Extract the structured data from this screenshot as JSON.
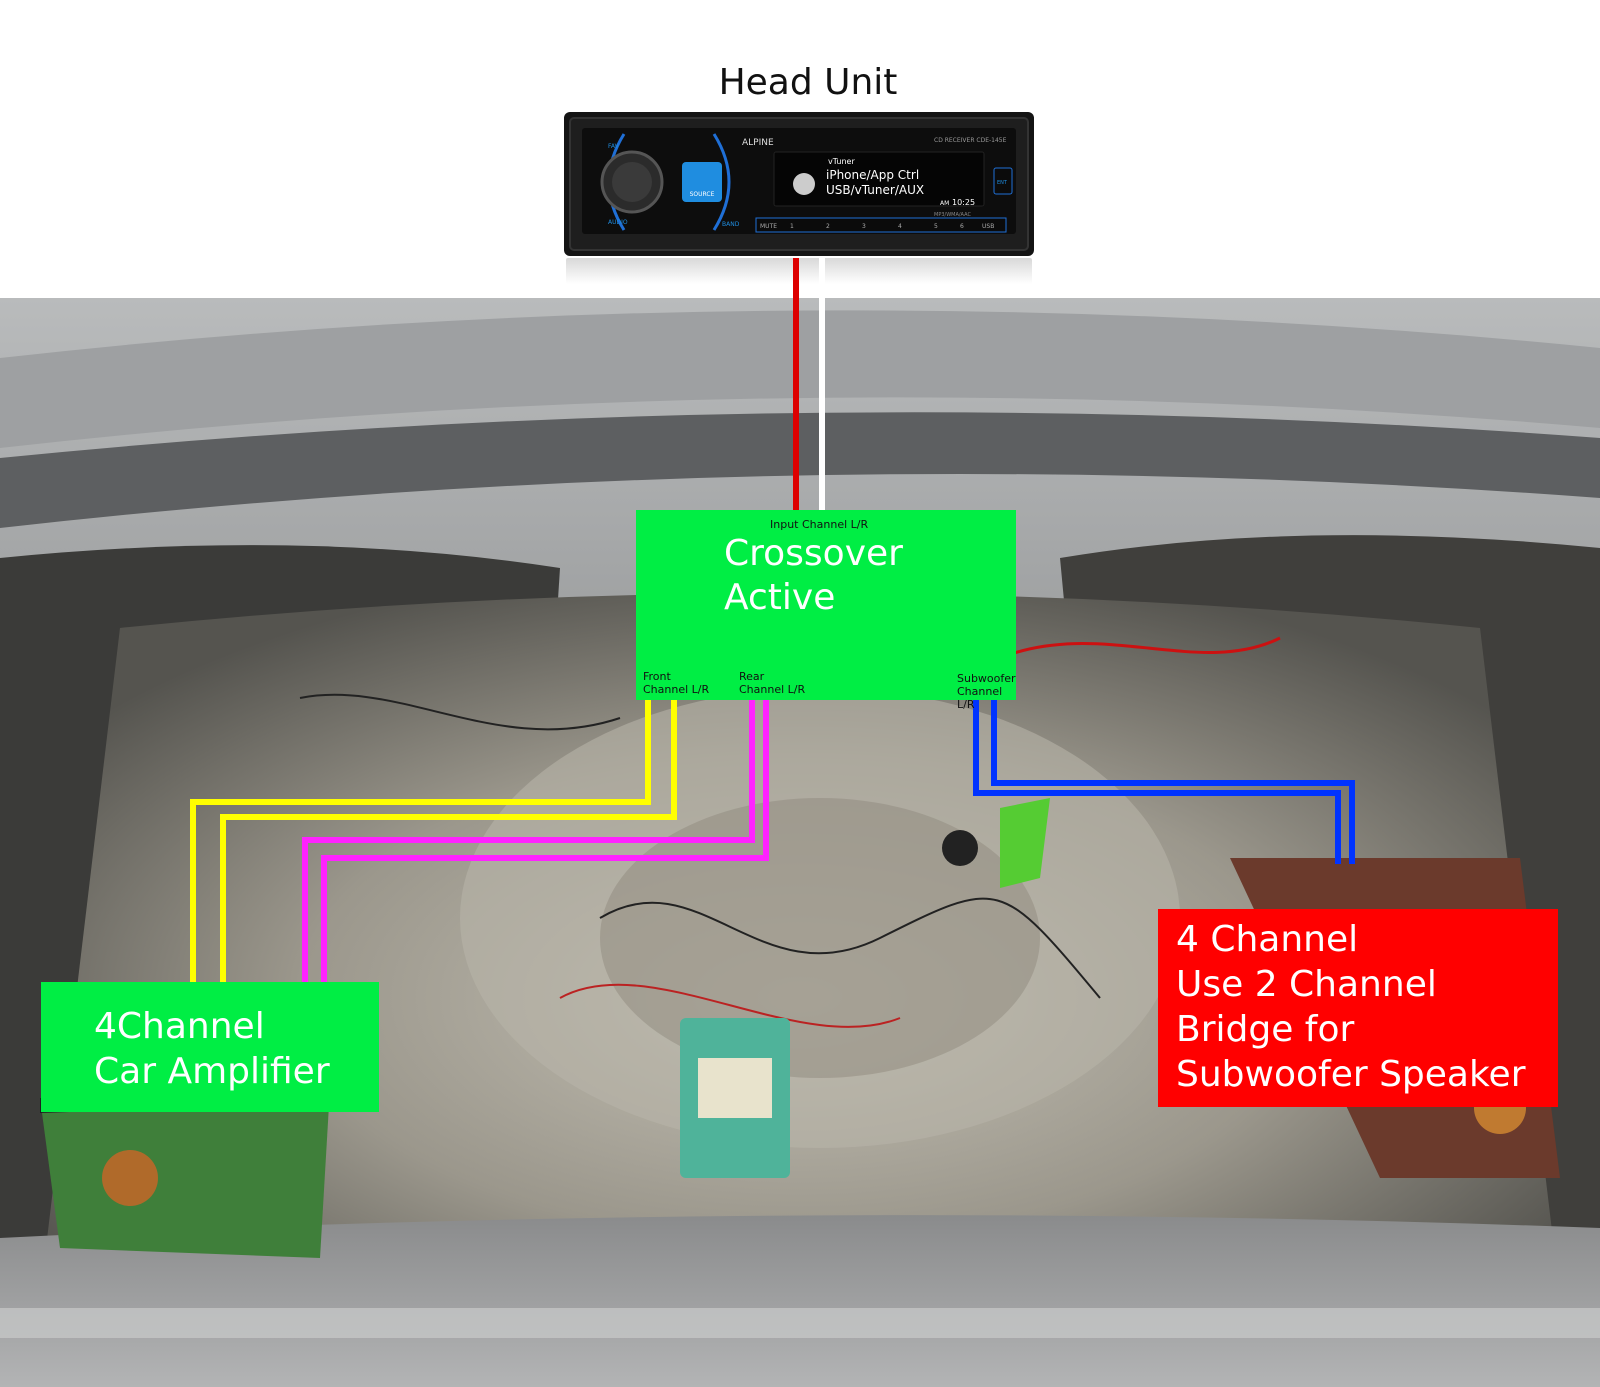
{
  "title": "Head Unit",
  "head_unit": {
    "brand": "ALPINE",
    "model": "CD RECEIVER  CDE-145E",
    "display": {
      "line1": "vTuner",
      "line2": "iPhone/App Ctrl",
      "line3": "USB/vTuner/AUX",
      "time": "10:25",
      "am": "AM"
    },
    "buttons": [
      "FAV",
      "AUDIO",
      "SOURCE",
      "BAND",
      "MUTE",
      "1",
      "2",
      "3",
      "4",
      "5",
      "6",
      "USB",
      "ENT"
    ],
    "sub_text": "MP3/WMA/AAC"
  },
  "crossover": {
    "label": "Crossover\nActive",
    "input_label": "Input Channel L/R",
    "front_label": "Front\nChannel L/R",
    "rear_label": "Rear\nChannel L/R",
    "sub_label": "Subwoofer\nChannel L/R"
  },
  "amp_left": {
    "label": "4Channel\nCar Amplifier"
  },
  "amp_right": {
    "label": "4 Channel\nUse 2 Channel\nBridge for\nSubwoofer Speaker"
  },
  "colors": {
    "green": "#00ee44",
    "red_box": "#ff0000",
    "wire_red": "#dd0000",
    "wire_white": "#ffffff",
    "wire_yellow": "#ffff00",
    "wire_magenta": "#ff22ff",
    "wire_blue": "#0033ff"
  }
}
